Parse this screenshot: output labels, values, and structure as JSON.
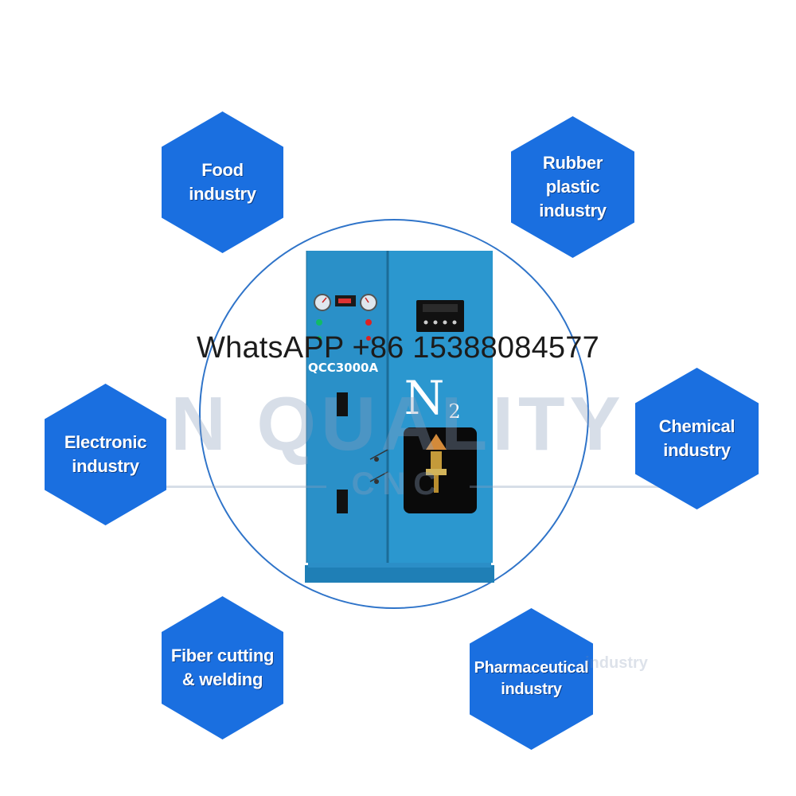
{
  "hexagons": {
    "food": "Food industry",
    "rubber": "Rubber\nplastic\nindustry",
    "electronic": "Electronic\nindustry",
    "chemical": "Chemical\nindustry",
    "fiber": "Fiber cutting\n& welding",
    "pharma": "Pharmaceutical\nindustry"
  },
  "ghost_text": "industry",
  "machine": {
    "model": "QCC3000A",
    "symbol": "N",
    "subscript": "2"
  },
  "contact": "WhatsAPP +86 15388084577",
  "watermark": {
    "main": "N QUALITY",
    "sub": "CNC"
  },
  "colors": {
    "hexagon": "#1a6fe0",
    "machine_body": "#2a90c8",
    "circle": "#2f74c9"
  }
}
